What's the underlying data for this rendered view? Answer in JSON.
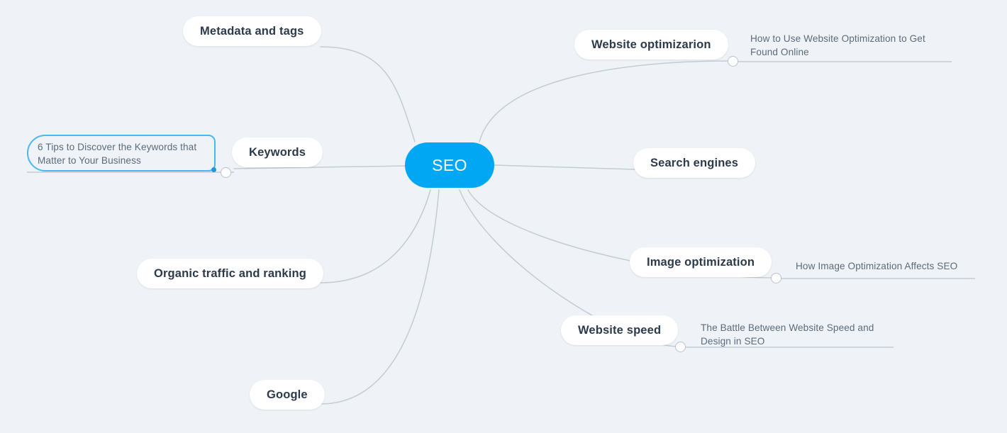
{
  "canvas": {
    "background_color": "#eff3f7",
    "line_color": "#c3cbd3",
    "accent_color": "#02a7f4",
    "selection_color": "#4ab8ee"
  },
  "center": {
    "label": "SEO",
    "fill_color": "#02a7f4",
    "text_color": "#ffffff"
  },
  "branches": [
    {
      "id": "metadata",
      "label": "Metadata and tags",
      "side": "left",
      "note": null
    },
    {
      "id": "keywords",
      "label": "Keywords",
      "side": "left",
      "note": {
        "text": "6 Tips to Discover the Keywords that Matter to Your Business",
        "line1": "6 Tips to Discover the Keywords that",
        "line2": "Matter to Your Business",
        "selected": true
      }
    },
    {
      "id": "organic-traffic",
      "label": "Organic traffic and ranking",
      "side": "left",
      "note": null
    },
    {
      "id": "google",
      "label": "Google",
      "side": "left",
      "note": null
    },
    {
      "id": "website-optimization",
      "label": "Website optimizarion",
      "side": "right",
      "note": {
        "text": "How to Use Website Optimization to Get Found Online",
        "line1": "How to Use Website Optimization to Get",
        "line2": "Found Online",
        "selected": false
      }
    },
    {
      "id": "search-engines",
      "label": "Search engines",
      "side": "right",
      "note": null
    },
    {
      "id": "image-optimization",
      "label": "Image optimization",
      "side": "right",
      "note": {
        "text": "How Image Optimization Affects SEO",
        "line1": "How Image Optimization Affects SEO",
        "line2": "",
        "selected": false
      }
    },
    {
      "id": "website-speed",
      "label": "Website speed",
      "side": "right",
      "note": {
        "text": "The Battle Between Website Speed and Design in SEO",
        "line1": "The Battle Between Website Speed and",
        "line2": "Design in SEO",
        "selected": false
      }
    }
  ]
}
